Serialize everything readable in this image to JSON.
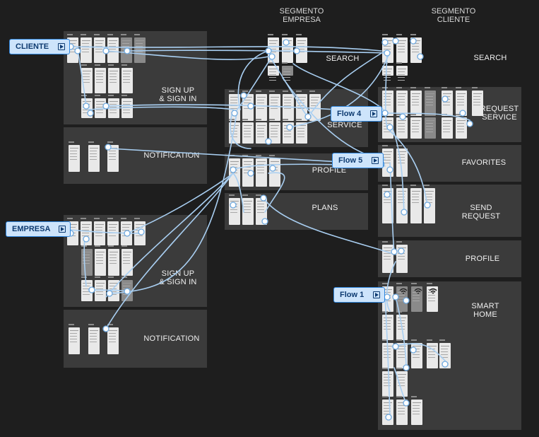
{
  "columns": {
    "empresa": "SEGMENTO\nEMPRESA",
    "cliente": "SEGMENTO\nCLIENTE"
  },
  "sections": {
    "cliente_signup": "SIGN UP\n& SIGN IN",
    "cliente_notification": "NOTIFICATION",
    "empresa_signup": "SIGN UP\n& SIGN IN",
    "empresa_notification": "NOTIFICATION",
    "emp_search": "SEARCH",
    "emp_service": "SERVICE",
    "emp_profile": "PROFILE",
    "emp_plans": "PLANS",
    "cli_search": "SEARCH",
    "cli_request": "REQUEST\nSERVICE",
    "cli_favorites": "FAVORITES",
    "cli_send": "SEND\nREQUEST",
    "cli_profile": "PROFILE",
    "cli_smart": "SMART\nHOME"
  },
  "flows": {
    "cliente": "CLIENTE",
    "empresa": "EMPRESA",
    "flow4": "Flow 4",
    "flow5": "Flow 5",
    "flow1": "Flow 1"
  },
  "icons": {
    "flow_start": "play-icon",
    "smart_home_device": "wifi-icon"
  },
  "colors": {
    "background": "#1e1e1e",
    "section": "#3b3b3b",
    "connector": "#a9cff2",
    "flow_fill": "#cde4fb",
    "flow_border": "#2f86de"
  }
}
